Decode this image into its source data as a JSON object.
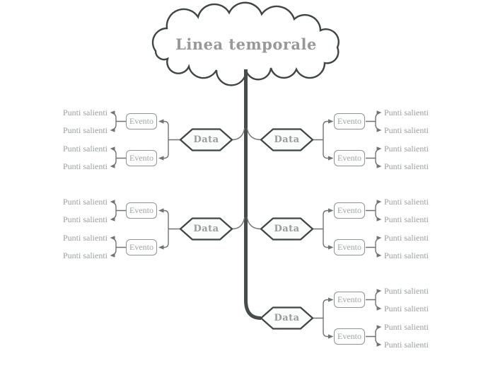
{
  "root": {
    "label": "Linea temporale"
  },
  "branches": [
    {
      "side": "left",
      "row": 1,
      "label": "Data",
      "events": [
        {
          "label": "Evento",
          "points": [
            "Punti salienti",
            "Punti salienti"
          ]
        },
        {
          "label": "Evento",
          "points": [
            "Punti salienti",
            "Punti salienti"
          ]
        }
      ]
    },
    {
      "side": "right",
      "row": 1,
      "label": "Data",
      "events": [
        {
          "label": "Evento",
          "points": [
            "Punti salienti",
            "Punti salienti"
          ]
        },
        {
          "label": "Evento",
          "points": [
            "Punti salienti",
            "Punti salienti"
          ]
        }
      ]
    },
    {
      "side": "left",
      "row": 2,
      "label": "Data",
      "events": [
        {
          "label": "Evento",
          "points": [
            "Punti salienti",
            "Punti salienti"
          ]
        },
        {
          "label": "Evento",
          "points": [
            "Punti salienti",
            "Punti salienti"
          ]
        }
      ]
    },
    {
      "side": "right",
      "row": 2,
      "label": "Data",
      "events": [
        {
          "label": "Evento",
          "points": [
            "Punti salienti",
            "Punti salienti"
          ]
        },
        {
          "label": "Evento",
          "points": [
            "Punti salienti",
            "Punti salienti"
          ]
        }
      ]
    },
    {
      "side": "right",
      "row": 3,
      "label": "Data",
      "events": [
        {
          "label": "Evento",
          "points": [
            "Punti salienti",
            "Punti salienti"
          ]
        },
        {
          "label": "Evento",
          "points": [
            "Punti salienti",
            "Punti salienti"
          ]
        }
      ]
    }
  ],
  "colors": {
    "outline": "#3e4543",
    "spine": "#474d4b",
    "connector": "#6f7473",
    "node_border": "#8f9594",
    "label_gray": "#9b9b9b"
  }
}
